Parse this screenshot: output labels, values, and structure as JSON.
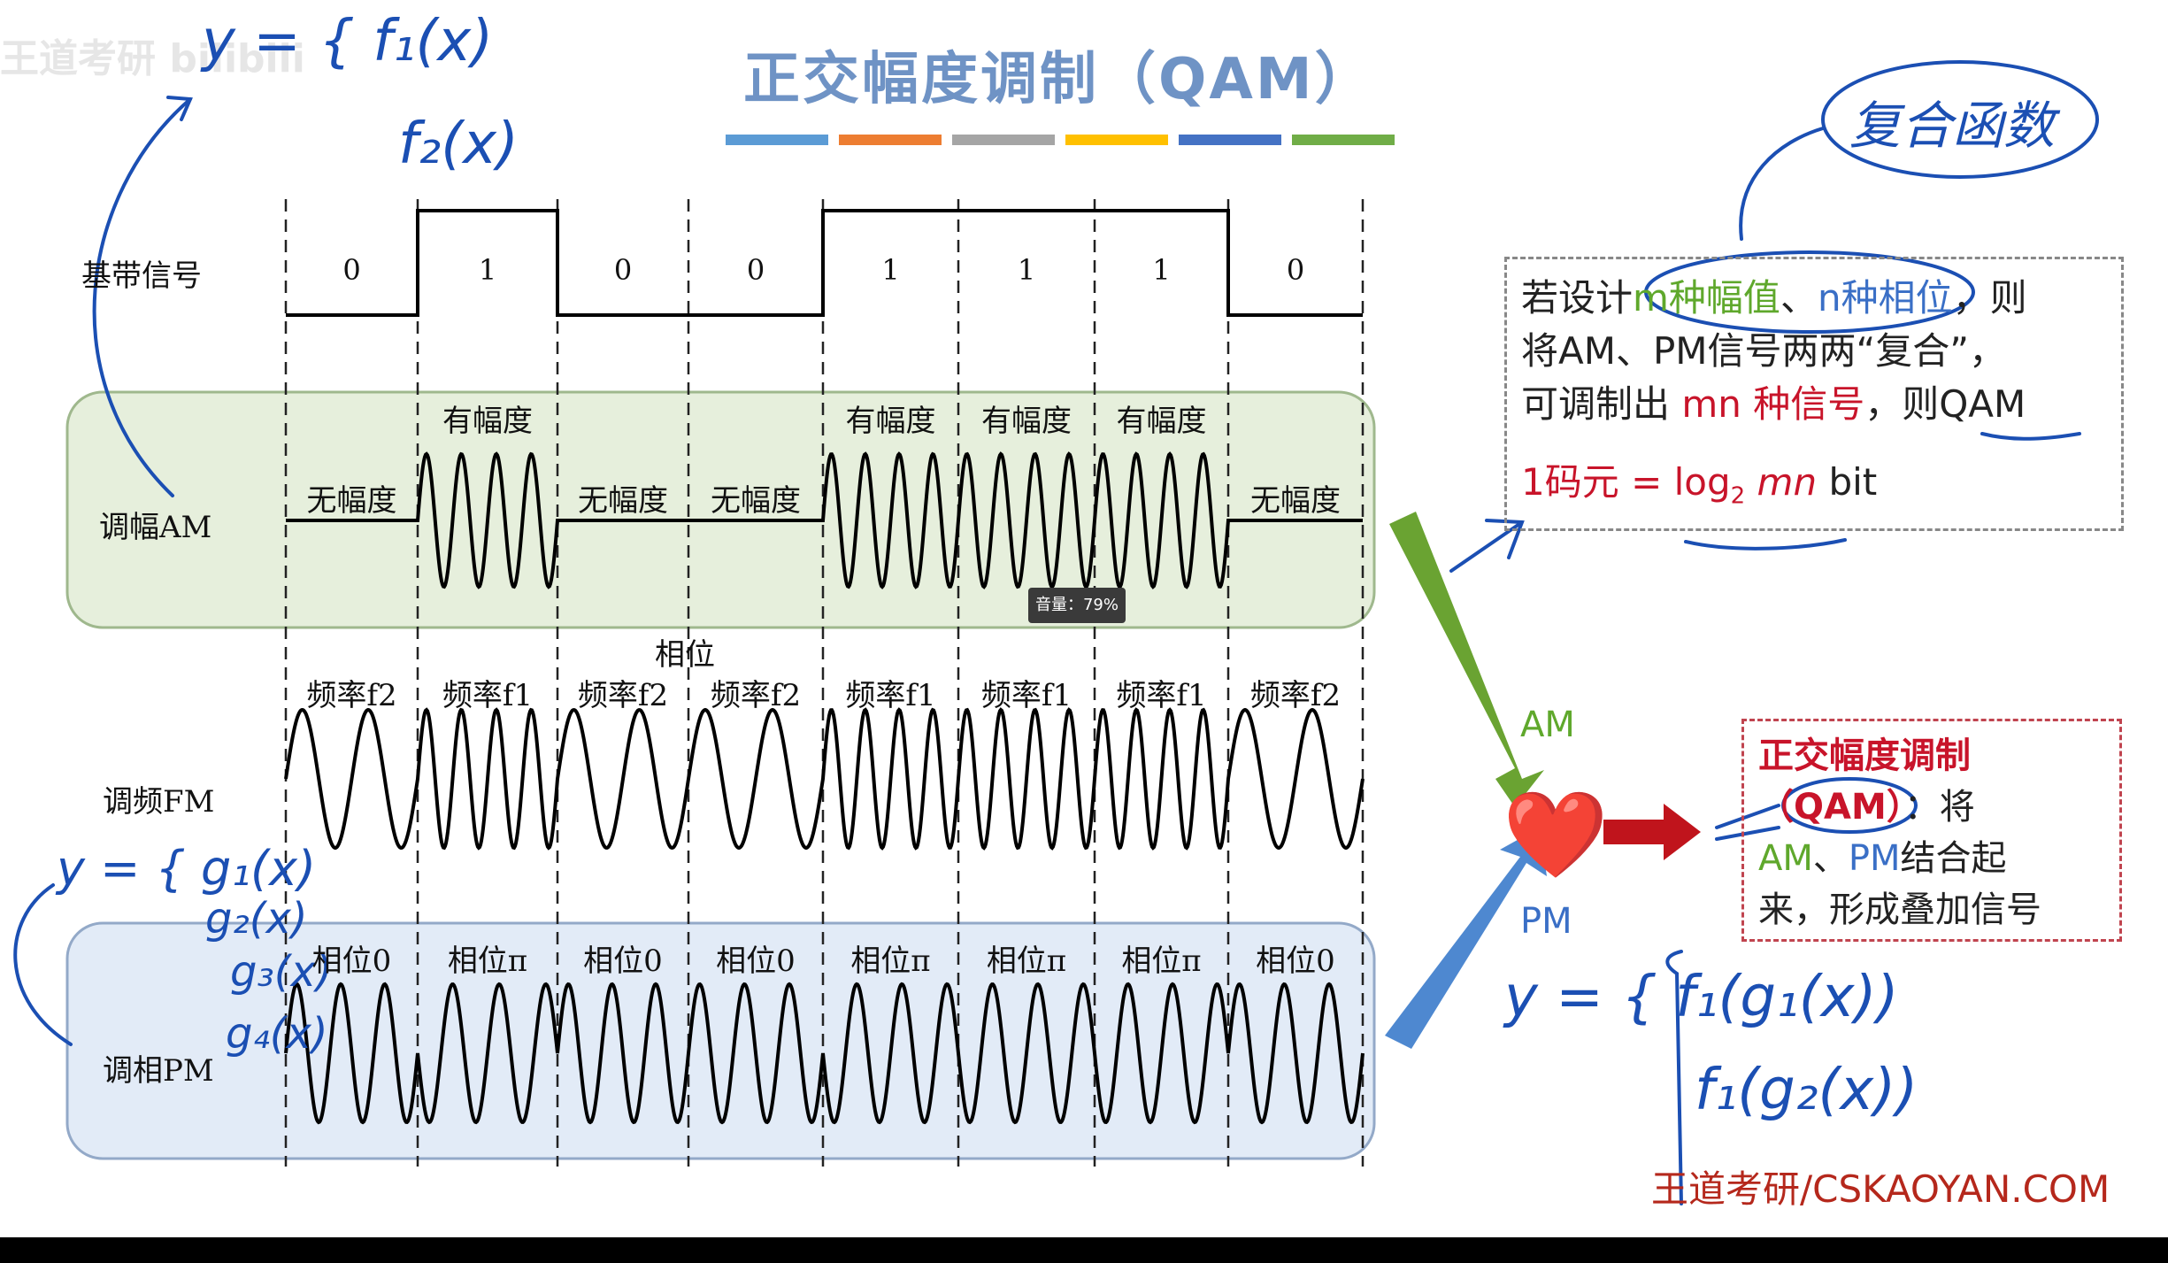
{
  "title": "正交幅度调制（QAM）",
  "title_bar_colors": [
    "#5b9bd5",
    "#ed7d31",
    "#a5a5a5",
    "#ffc000",
    "#4472c4",
    "#70ad47"
  ],
  "rows": {
    "baseband": "基带信号",
    "am": "调幅AM",
    "fm": "调频FM",
    "pm": "调相PM"
  },
  "bits": [
    "0",
    "1",
    "0",
    "0",
    "1",
    "1",
    "1",
    "0"
  ],
  "am_labels": [
    "无幅度",
    "有幅度",
    "无幅度",
    "无幅度",
    "有幅度",
    "有幅度",
    "有幅度",
    "无幅度"
  ],
  "phase_heading": "相位",
  "fm_labels": [
    "频率f2",
    "频率f1",
    "频率f2",
    "频率f2",
    "频率f1",
    "频率f1",
    "频率f1",
    "频率f2"
  ],
  "pm_labels": [
    "相位0",
    "相位π",
    "相位0",
    "相位0",
    "相位π",
    "相位π",
    "相位π",
    "相位0"
  ],
  "box1": {
    "l1a": "若设计",
    "l1b": "m种幅值",
    "l1c": "、",
    "l1d": "n种相位",
    "l1e": "，则",
    "l2": "将AM、PM信号两两“复合”，",
    "l3a": "可调制出 ",
    "l3b": "mn 种信号",
    "l3c": "，则QAM",
    "f1": "1码元 = ",
    "f2": "log",
    "f3": "2",
    "f4": " mn",
    "f5": " bit"
  },
  "box2": {
    "title": "正交幅度调制",
    "qam": "（QAM）",
    "l2b": "：将",
    "am": "AM",
    "sep": "、",
    "pm": "PM",
    "l3": "结合起",
    "l4": "来，形成叠加信号"
  },
  "am_label": "AM",
  "pm_label": "PM",
  "heart": "❤️",
  "volume": "音量：79%",
  "watermark": "王道考研/CSKAOYAN.COM",
  "logo": "王道考研 bilibili",
  "handwriting": {
    "y1": "y = { f₁(x)",
    "y1b": "f₂(x)",
    "y2": "y = { g₁(x)",
    "y2b": "g₂(x)",
    "y2c": "g₃(x)",
    "y2d": "g₄(x)",
    "y3": "y = { f₁(g₁(x))",
    "y3b": "f₁(g₂(x))",
    "top": "复合函数"
  }
}
